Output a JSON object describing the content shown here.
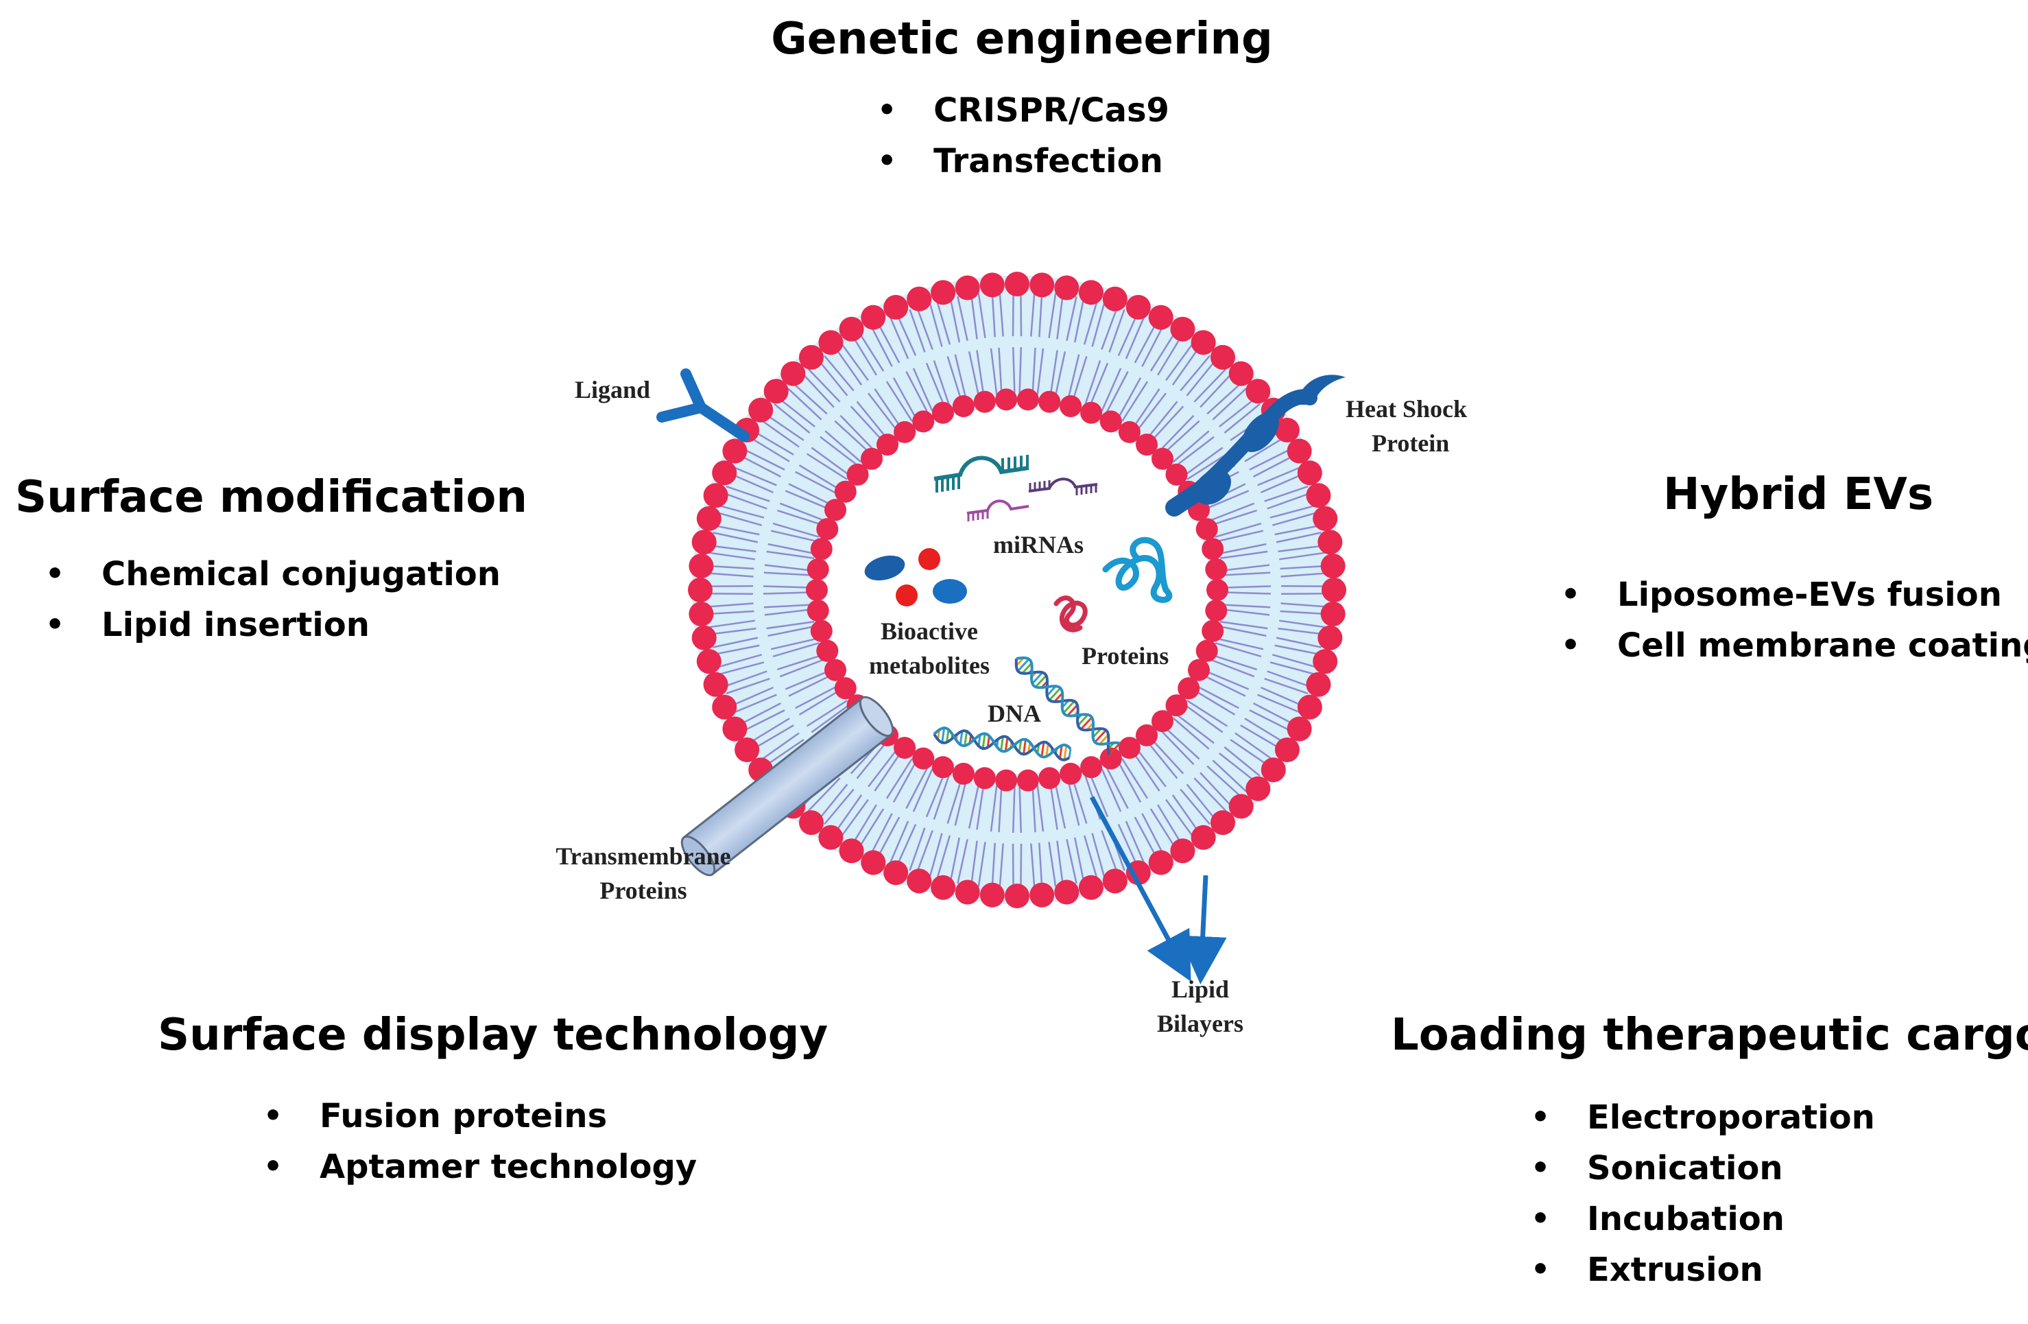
{
  "sections": {
    "genetic": {
      "title": "Genetic engineering",
      "items": [
        "CRISPR/Cas9",
        "Transfection"
      ]
    },
    "surface_mod": {
      "title": "Surface modification",
      "items": [
        "Chemical conjugation",
        "Lipid insertion"
      ]
    },
    "hybrid": {
      "title": "Hybrid EVs",
      "items": [
        "Liposome-EVs fusion",
        "Cell membrane coating"
      ]
    },
    "surface_display": {
      "title": "Surface display technology",
      "items": [
        "Fusion proteins",
        "Aptamer technology"
      ]
    },
    "loading": {
      "title": "Loading therapeutic cargo",
      "items": [
        "Electroporation",
        "Sonication",
        "Incubation",
        "Extrusion"
      ]
    }
  },
  "labels": {
    "ligand": "Ligand",
    "heat_shock_1": "Heat Shock",
    "heat_shock_2": "Protein",
    "mirnas": "miRNAs",
    "bioactive_1": "Bioactive",
    "bioactive_2": "metabolites",
    "proteins": "Proteins",
    "dna": "DNA",
    "transmembrane_1": "Transmembrane",
    "transmembrane_2": "Proteins",
    "lipid_1": "Lipid",
    "lipid_2": "Bilayers"
  },
  "colors": {
    "lipid_head": "#e8284e",
    "membrane_fill": "#d8eef8",
    "tail": "#8c8cd0",
    "blue": "#1b6fc0",
    "teal": "#1a8fb0",
    "channel": "#b8cce6"
  },
  "bullet_glyph": "•"
}
